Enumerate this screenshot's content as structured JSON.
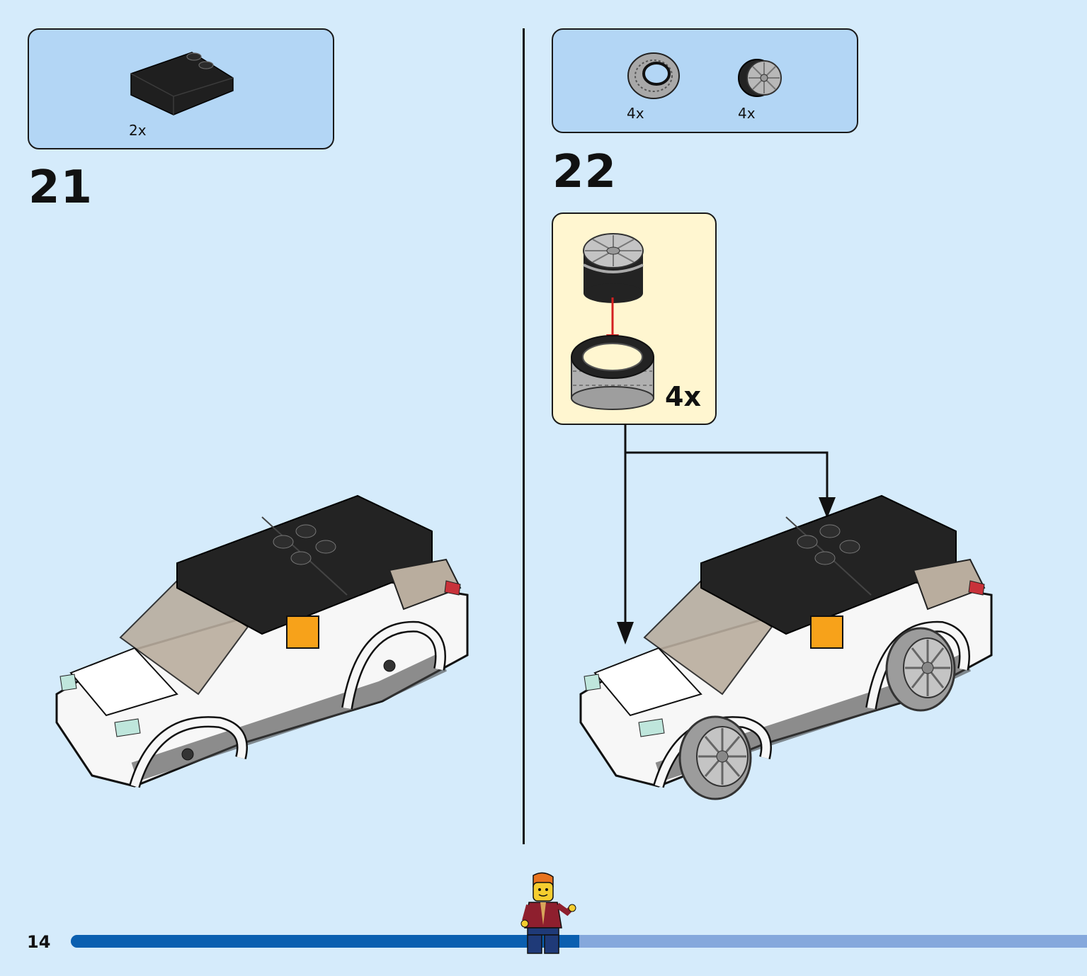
{
  "page": {
    "number": "14",
    "progress": 0.5
  },
  "colors": {
    "background": "#d5ebfb",
    "parts_box": "#b3d6f5",
    "sub_box": "#fff6d0",
    "progress_done": "#0a5fb0",
    "progress_remaining": "#85a8dc",
    "arrow_red": "#d42020",
    "brick_black": "#232323",
    "brick_white": "#f7f7f7",
    "wheel_gray": "#a8a8a8",
    "accent_orange": "#f7a21a"
  },
  "step21": {
    "number": "21",
    "parts": [
      {
        "name": "black-curved-slope-icon",
        "qty": "2x"
      }
    ]
  },
  "step22": {
    "number": "22",
    "parts": [
      {
        "name": "tire-icon",
        "qty": "4x"
      },
      {
        "name": "rim-icon",
        "qty": "4x"
      }
    ],
    "sub_assembly": {
      "qty": "4x"
    }
  }
}
